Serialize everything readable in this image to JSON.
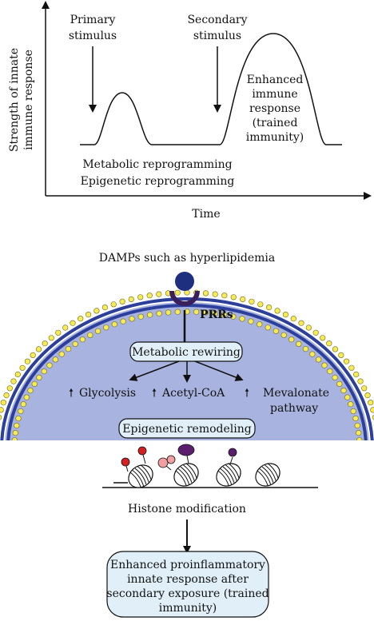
{
  "top_diagram": {
    "y_axis_label_line1": "Strength of innate",
    "y_axis_label_line2": "immune response",
    "x_axis_label": "Time",
    "primary_line1": "Primary",
    "primary_line2": "stimulus",
    "secondary_line1": "Secondary",
    "secondary_line2": "stimulus",
    "enhanced_line1": "Enhanced",
    "enhanced_line2": "immune",
    "enhanced_line3": "response",
    "enhanced_line4": "(trained",
    "enhanced_line5": "immunity)",
    "reprog_line1": "Metabolic reprogramming",
    "reprog_line2": "Epigenetic reprogramming"
  },
  "bottom_diagram": {
    "damps_label": "DAMPs such as hyperlipidemia",
    "prrs_label": "PRRs",
    "metabolic_rewiring": "Metabolic rewiring",
    "up_arrow": "🠕",
    "glycolysis": "Glycolysis",
    "acetyl_coa": "Acetyl-CoA",
    "mevalonate_line1": "Mevalonate",
    "mevalonate_line2": "pathway",
    "epigenetic_remodeling": "Epigenetic remodeling",
    "histone_modification": "Histone modification",
    "result_line1": "Enhanced proinflammatory",
    "result_line2": "innate response after",
    "result_line3": "secondary exposure (trained",
    "result_line4": "immunity)"
  },
  "colors": {
    "cell_fill": "#a8b3e0",
    "membrane_blue": "#2c3f9a",
    "lipid_yellow": "#f7ea55",
    "box_fill": "#e1f0f8",
    "receptor_purple": "#3b1f5c",
    "ligand_blue": "#1f2f80",
    "mark_red": "#d42020",
    "mark_pink": "#f0a0a0",
    "mark_purple": "#5c1f6e"
  }
}
